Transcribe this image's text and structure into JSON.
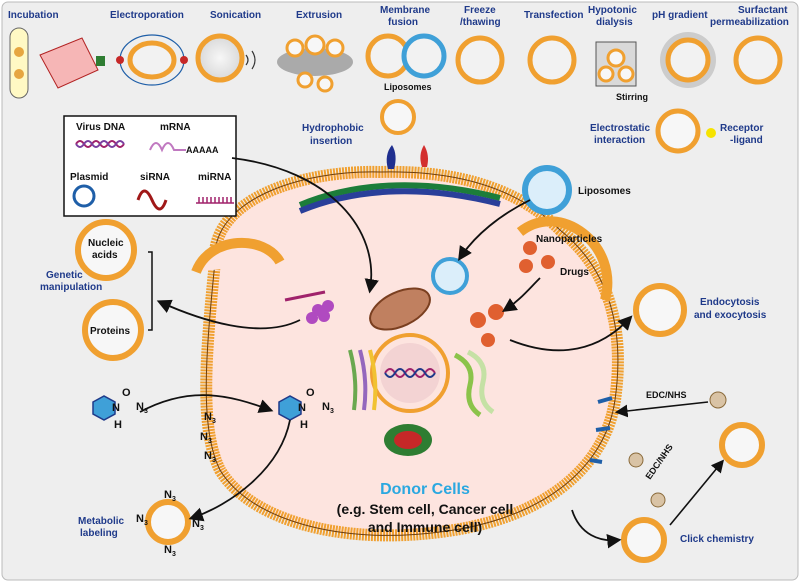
{
  "top_methods": {
    "incubation": "Incubation",
    "electroporation": "Electroporation",
    "sonication": "Sonication",
    "extrusion": "Extrusion",
    "membrane_fusion_1": "Membrane",
    "membrane_fusion_2": "fusion",
    "freeze_1": "Freeze",
    "freeze_2": "/thawing",
    "transfection": "Transfection",
    "hypotonic_1": "Hypotonic",
    "hypotonic_2": "dialysis",
    "ph_gradient": "pH gradient",
    "surfactant_1": "Surfactant",
    "surfactant_2": "permeabilization",
    "liposomes_small": "Liposomes",
    "stirring": "Stirring"
  },
  "nucleic_box": {
    "virus_dna": "Virus DNA",
    "mrna": "mRNA",
    "aaaaa": "AAAAA",
    "plasmid": "Plasmid",
    "sirna": "siRNA",
    "mirna": "miRNA"
  },
  "side_labels": {
    "hydrophobic_1": "Hydrophobic",
    "hydrophobic_2": "insertion",
    "electrostatic_1": "Electrostatic",
    "electrostatic_2": "interaction",
    "receptor_1": "Receptor",
    "receptor_2": "-ligand",
    "liposomes": "Liposomes",
    "nanoparticles": "Nanoparticles",
    "drugs": "Drugs",
    "genetic_1": "Genetic",
    "genetic_2": "manipulation",
    "nucleic_acids_1": "Nucleic",
    "nucleic_acids_2": "acids",
    "proteins": "Proteins",
    "endocytosis_1": "Endocytosis",
    "endocytosis_2": "and exocytosis",
    "edc_nhs_1": "EDC/NHS",
    "edc_nhs_2": "EDC/NHS",
    "click_chemistry": "Click chemistry",
    "metabolic_1": "Metabolic",
    "metabolic_2": "labeling"
  },
  "chem": {
    "n3": "N",
    "sub3": "3",
    "o": "O",
    "h": "H",
    "n": "N"
  },
  "donor": {
    "title": "Donor Cells",
    "line1": "(e.g. Stem cell, Cancer cell",
    "line2": "and Immune cell)"
  },
  "colors": {
    "label_blue": "#1f3a8a",
    "donor_blue": "#2ba8e0",
    "membrane_orange": "#f0a030",
    "cell_pink": "#fde4df",
    "panel_bg": "#eeeeee",
    "dot_green": "#4caf50"
  }
}
